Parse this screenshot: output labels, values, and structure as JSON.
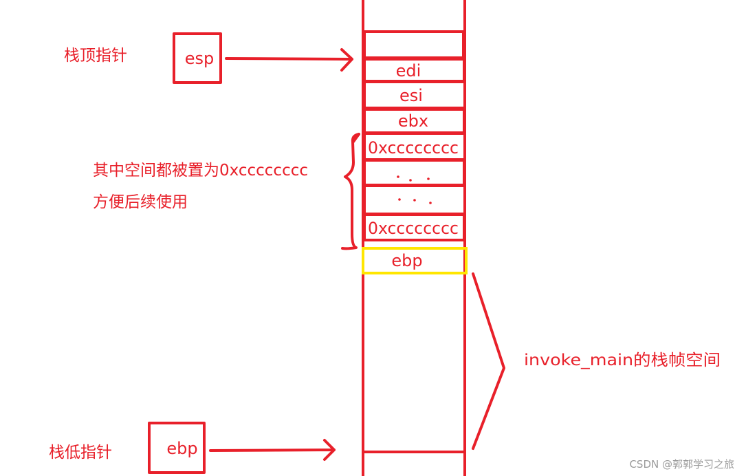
{
  "labels": {
    "stack_top_pointer": "栈顶指针",
    "stack_bottom_pointer": "栈低指针",
    "esp_box": "esp",
    "ebp_box": "ebp",
    "fill_note_line1": "其中空间都被置为0xcccccccc",
    "fill_note_line2": "方便后续使用",
    "frame_note": "invoke_main的栈帧空间"
  },
  "stack_slots": [
    {
      "text": ""
    },
    {
      "text": "edi"
    },
    {
      "text": "esi"
    },
    {
      "text": "ebx"
    },
    {
      "text": "0xcccccccc"
    },
    {
      "text": ""
    },
    {
      "text": ""
    },
    {
      "text": "0xcccccccc"
    },
    {
      "text": "ebp"
    }
  ],
  "watermark": "CSDN @郭郭学习之旅",
  "colors": {
    "line": "#e8202a",
    "highlight": "#ffe600",
    "watermark": "#9a9a9a"
  }
}
